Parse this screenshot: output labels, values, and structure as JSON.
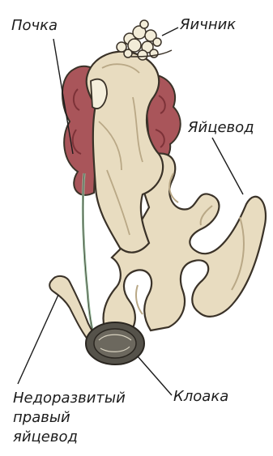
{
  "labels": {
    "kidney": "Почка",
    "ovary": "Яичник",
    "oviduct": "Яйцевод",
    "cloaca": "Клоака",
    "rudiment_line1": "Недоразвитый",
    "rudiment_line2": "правый",
    "rudiment_line3": "яйцевод"
  },
  "colors": {
    "kidney": "#a9555a",
    "kidney_dark": "#7d3238",
    "tube": "#e8dcc0",
    "tube_shade": "#b9a886",
    "outline": "#3a3228",
    "ovary": "#f2ecd8",
    "ureter": "#9cc2a4",
    "cloaca": "#55524a"
  }
}
